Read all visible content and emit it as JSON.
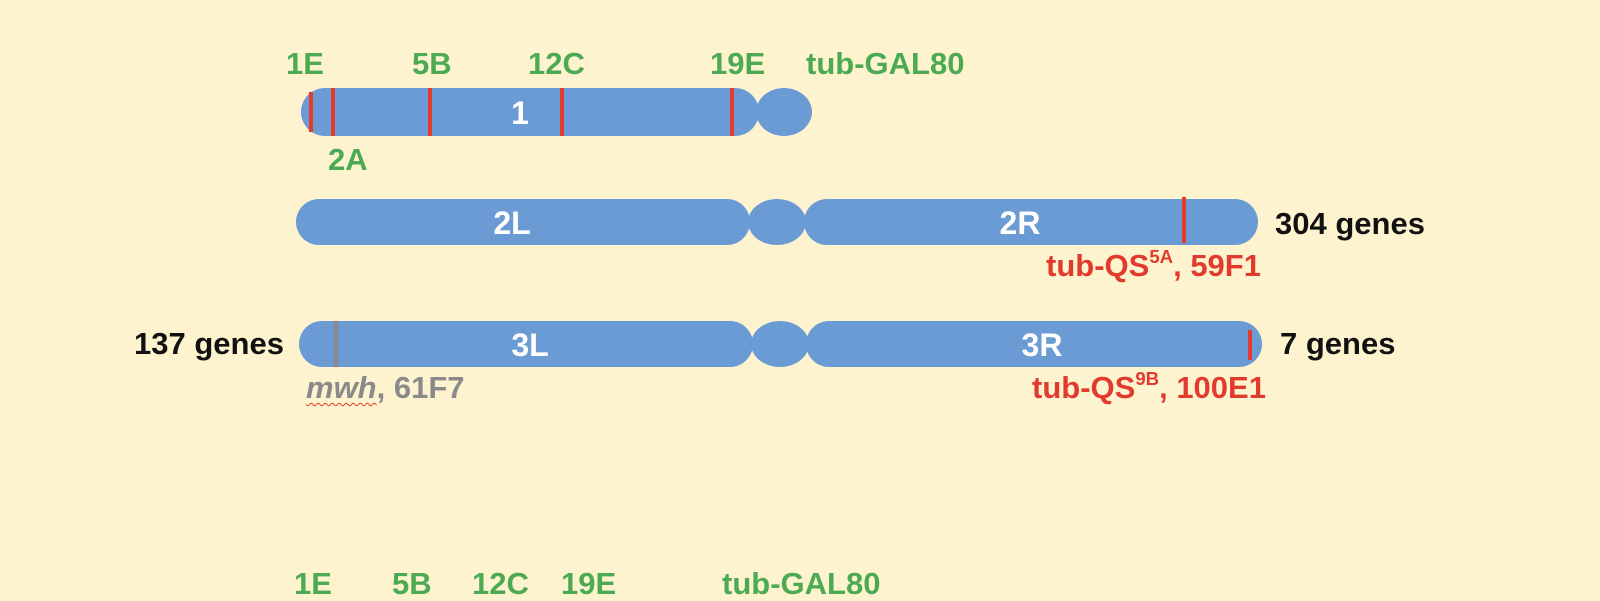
{
  "colors": {
    "background": "#fdf3cf",
    "chromosome": "#6b9bd4",
    "green_label": "#4caa52",
    "red_marker": "#e23b2e",
    "gray_marker": "#8a8a8a",
    "black_text": "#111111",
    "arm_label": "#ffffff",
    "squiggle": "#e23b2e"
  },
  "chromosome_x": {
    "label": "1",
    "top_labels": [
      "1E",
      "5B",
      "12C",
      "19E",
      "tub-GAL80"
    ],
    "bottom_label": "2A"
  },
  "chromosome_2": {
    "left_arm": "2L",
    "right_arm": "2R",
    "right_count": "304 genes",
    "marker": {
      "name": "tub-QS",
      "superscript": "5A",
      "position": ", 59F1"
    }
  },
  "chromosome_3": {
    "left_arm": "3L",
    "right_arm": "3R",
    "left_count": "137 genes",
    "right_count": "7 genes",
    "left_marker": {
      "name": "mwh",
      "position": ", 61F7"
    },
    "right_marker": {
      "name": "tub-QS",
      "superscript": "9B",
      "position": ", 100E1"
    }
  },
  "bottom_row": {
    "labels": [
      "1E",
      "5B",
      "12C",
      "19E",
      "tub-GAL80"
    ]
  }
}
